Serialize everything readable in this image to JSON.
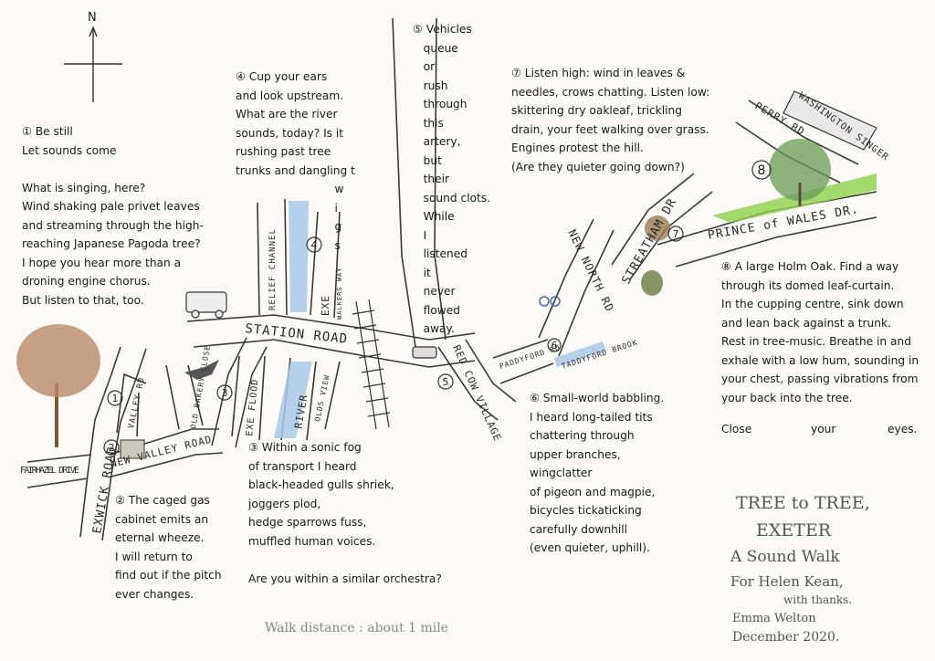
{
  "north_label": "N",
  "notes": {
    "n1": "① Be still\nLet sounds come\n\nWhat is singing, here?\nWind shaking pale privet leaves\nand streaming through the high-\nreaching Japanese Pagoda tree?\nI hope you hear more than a\ndroning engine chorus.\nBut listen to that, too.",
    "n2": "② The caged gas\ncabinet emits an\neternal wheeze.\nI will return to\nfind out if the pitch\never changes.",
    "n3": "③ Within a sonic fog\nof transport I heard\nblack-headed gulls shriek,\njoggers plod,\nhedge sparrows fuss,\nmuffled human voices.\n\nAre you within a similar orchestra?",
    "n4": "④ Cup your ears\nand look upstream.\nWhat are the river\nsounds, today? Is it\nrushing past tree\ntrunks and dangling t\n                            w\n                            i\n                            g\n                            s",
    "n5": "⑤ Vehicles\n   queue\n   or\n   rush\n   through\n   this\n   artery,\n   but\n   their\n   sound clots.\n   While\n   I\n   listened\n   it\n   never\n   flowed\n   away.",
    "n6": "⑥ Small-world babbling.\nI heard long-tailed tits\nchattering through\nupper branches,\nwingclatter\nof pigeon and magpie,\nbicycles tickaticking\ncarefully downhill\n(even quieter, uphill).",
    "n7": "⑦ Listen high: wind in leaves &\nneedles, crows chatting. Listen low:\nskittering dry oakleaf, trickling\ndrain, your feet walking over grass.\nEngines protest the hill.\n(Are they quieter going down?)",
    "n8": "⑧ A large Holm Oak. Find a way\nthrough its domed leaf-curtain.\nIn the cupping centre, sink down\nand lean back against a trunk.\nRest in tree-music. Breathe in and\nexhale with a low hum, sounding in\nyour chest, passing vibrations from\nyour back into the tree."
  },
  "close_eyes": [
    "Close",
    "your",
    "eyes."
  ],
  "streets": {
    "exwick_road": "EXWICK ROAD",
    "fairhazel_drive": "FAIRHAZEL DRIVE",
    "new_valley_road": "NEW VALLEY ROAD",
    "valley_rd": "VALLEY RD",
    "old_bakery_close": "OLD BAKERY CLOSE",
    "relief_channel": "RELIEF CHANNEL",
    "exe": "EXE",
    "exe_flood": "EXE FLOOD",
    "river": "RIVER",
    "olds_view": "OLDS VIEW",
    "station_road": "STATION ROAD",
    "walkers_way": "WALKERS WAY",
    "red_cow_village": "RED COW VILLAGE",
    "paddyford_rd": "PADDYFORD RD",
    "taddyford_brook": "TADDYFORD BROOK",
    "new_north_rd": "NEW NORTH RD",
    "streatham_dr": "STREATHAM DR",
    "prince_of_wales_dr": "PRINCE of WALES DR.",
    "perry_rd": "PERRY RD",
    "washington_singer": "WASHINGTON SINGER"
  },
  "stop_numbers": [
    "1",
    "2",
    "3",
    "4",
    "5",
    "6",
    "7",
    "8"
  ],
  "title_block": {
    "title1": "TREE to TREE,",
    "title2": "EXETER",
    "subtitle": "A Sound Walk",
    "dedication1": "For Helen Kean,",
    "dedication2": "with thanks.",
    "author": "Emma Welton",
    "date": "December 2020."
  },
  "walk_distance": "Walk distance : about 1 mile",
  "colors": {
    "road": "#3a3a3a",
    "river": "#a9c8e6",
    "grass": "#8fd14a",
    "tree_canopy": "#b88a6a",
    "tree_green": "#6a9a55"
  }
}
